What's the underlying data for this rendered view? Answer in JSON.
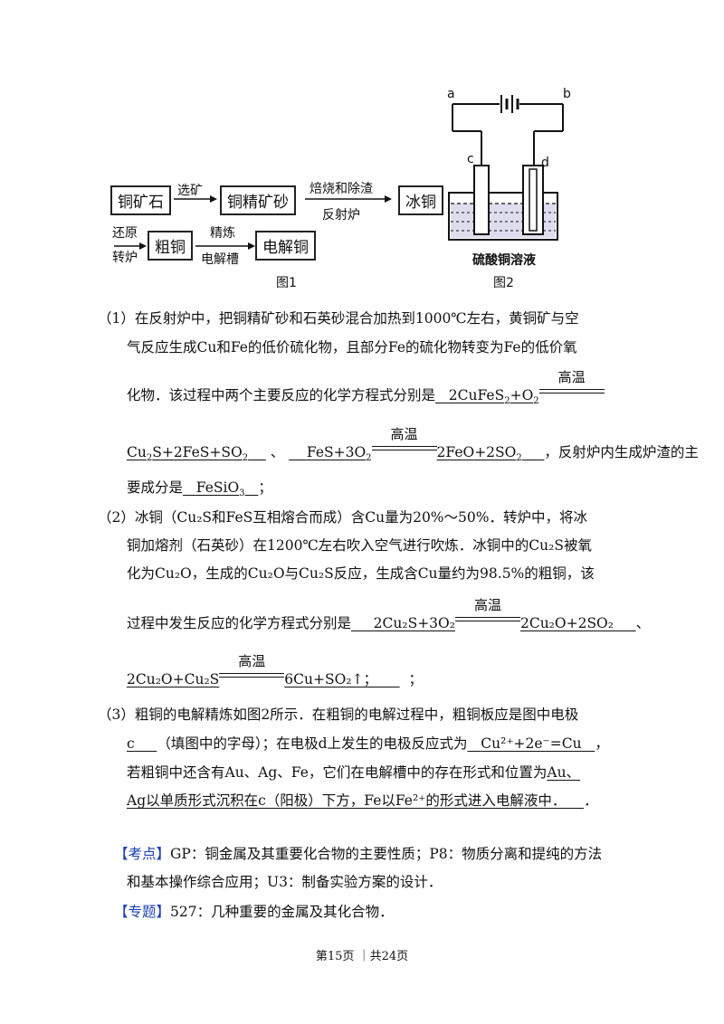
{
  "fig1": {
    "boxes": [
      "铜矿石",
      "铜精矿砂",
      "冰铜",
      "粗铜",
      "电解铜"
    ],
    "arrow1_label": "选矿",
    "arrow2_top": "焙烧和除渣",
    "arrow2_bottom": "反射炉",
    "left_top": "还原",
    "left_bottom": "转炉",
    "arrow3_top": "精炼",
    "arrow3_bottom": "电解槽",
    "caption": "图1"
  },
  "fig2": {
    "a": "a",
    "b": "b",
    "c": "c",
    "d": "d",
    "solution": "硫酸铜溶液",
    "caption": "图2"
  },
  "cond": "高温",
  "q1": {
    "l1": "（1）在反射炉中，把铜精矿砂和石英砂混合加热到1000℃左右，黄铜矿与空",
    "l2": "气反应生成Cu和Fe的低价硫化物，且部分Fe的硫化物转变为Fe的低价氧",
    "l3a": "化物．该过程中两个主要反应的化学方程式分别是",
    "l3b": "2CuFeS",
    "l3c": "+O",
    "l4a": "Cu",
    "l4b": "S+2FeS+SO",
    "l4c": "、",
    "l4d": "FeS+3O",
    "l4e": "2FeO+2SO",
    "l4f": "，反射炉内生成炉渣的主",
    "l5a": "要成分是",
    "l5b": "FeSiO",
    "l5c": "；"
  },
  "q2": {
    "l1": "（2）冰铜（Cu₂S和FeS互相熔合而成）含Cu量为20%～50%．转炉中，将冰",
    "l2": "铜加熔剂（石英砂）在1200℃左右吹入空气进行吹炼．冰铜中的Cu₂S被氧",
    "l3": "化为Cu₂O，生成的Cu₂O与Cu₂S反应，生成含Cu量约为98.5%的粗铜，该",
    "l4a": "过程中发生反应的化学方程式分别是",
    "l4b": "2Cu₂S+3O₂",
    "l4c": "2Cu₂O+2SO₂",
    "l4d": "、",
    "l5a": "2Cu₂O+Cu₂S",
    "l5b": "6Cu+SO₂↑；",
    "l5c": "；"
  },
  "q3": {
    "l1": "（3）粗铜的电解精炼如图2所示．在粗铜的电解过程中，粗铜板应是图中电极",
    "l2a": "c",
    "l2b": "（填图中的字母）；在电极d上发生的电极反应式为",
    "l2c": "Cu²⁺+2e⁻=Cu",
    "l2d": "，",
    "l3a": "若粗铜中还含有Au、Ag、Fe，它们在电解槽中的存在形式和位置为",
    "l3b": "Au、",
    "l4a": "Ag以单质形式沉积在c（阳极）下方，Fe以Fe²⁺的形式进入电解液中．",
    "l4b": "．"
  },
  "kaodian": {
    "tag": "【考点】",
    "l1": "GP：铜金属及其重要化合物的主要性质；P8：物质分离和提纯的方法",
    "l2": "和基本操作综合应用；U3：制备实验方案的设计．"
  },
  "zhuanti": {
    "tag": "【专题】",
    "text": "527：几种重要的金属及其化合物．"
  },
  "footer": "第15页 ｜共24页",
  "colors": {
    "tag": "#1a3fb4"
  }
}
